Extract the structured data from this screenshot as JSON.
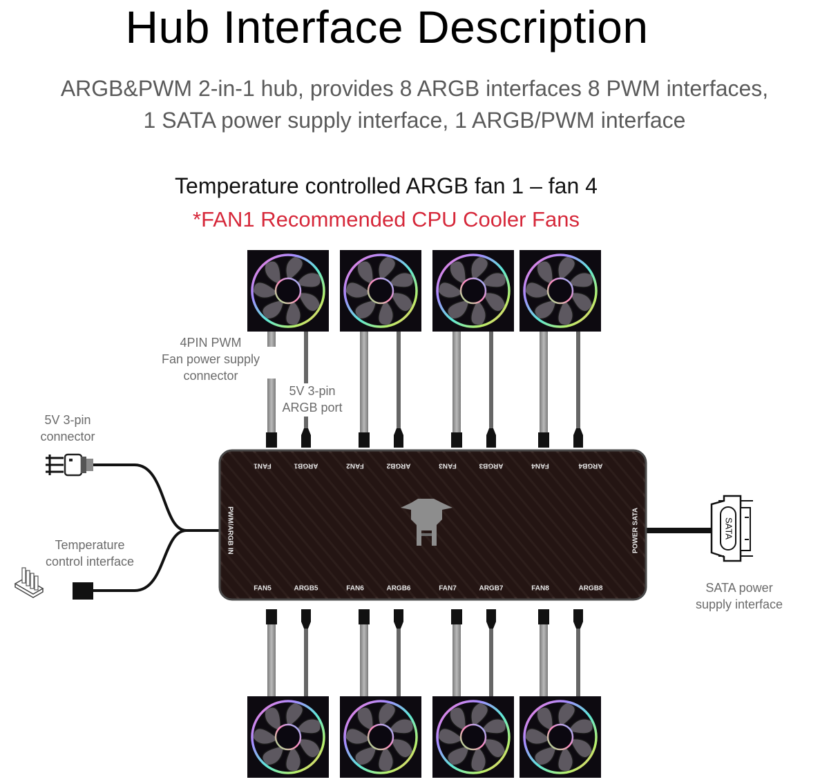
{
  "title": "Hub Interface Description",
  "subtitle": {
    "line1": "ARGB&PWM 2-in-1 hub, provides 8 ARGB interfaces 8 PWM interfaces,",
    "line2": "1 SATA power supply interface, 1 ARGB/PWM interface"
  },
  "fan_group_heading": "Temperature controlled ARGB fan 1 – fan 4",
  "fan_group_note": "*FAN1 Recommended CPU Cooler Fans",
  "note_color": "#d6283a",
  "callouts": {
    "pwm_connector": [
      "4PIN PWM",
      "Fan power supply",
      "connector"
    ],
    "argb_port": [
      "5V 3-pin",
      "ARGB port"
    ],
    "argb_connector": [
      "5V 3-pin",
      "connector"
    ],
    "temperature": [
      "Temperature",
      "control interface"
    ],
    "sata": [
      "SATA power",
      "supply interface"
    ]
  },
  "hub": {
    "top_ports": [
      "FAN1",
      "ARGB1",
      "FAN2",
      "ARGB2",
      "FAN3",
      "ARGB3",
      "FAN4",
      "ARGB4"
    ],
    "bottom_ports": [
      "FAN5",
      "ARGB5",
      "FAN6",
      "ARGB6",
      "FAN7",
      "ARGB7",
      "FAN8",
      "ARGB8"
    ],
    "left_label": "PWM/ARGB IN",
    "right_label": "POWER SATA",
    "body_color": "#2a1a18"
  },
  "sata_connector_label": "SATA",
  "fans_top": [
    "fan-1",
    "fan-2",
    "fan-3",
    "fan-4"
  ],
  "fans_bottom": [
    "fan-5",
    "fan-6",
    "fan-7",
    "fan-8"
  ]
}
